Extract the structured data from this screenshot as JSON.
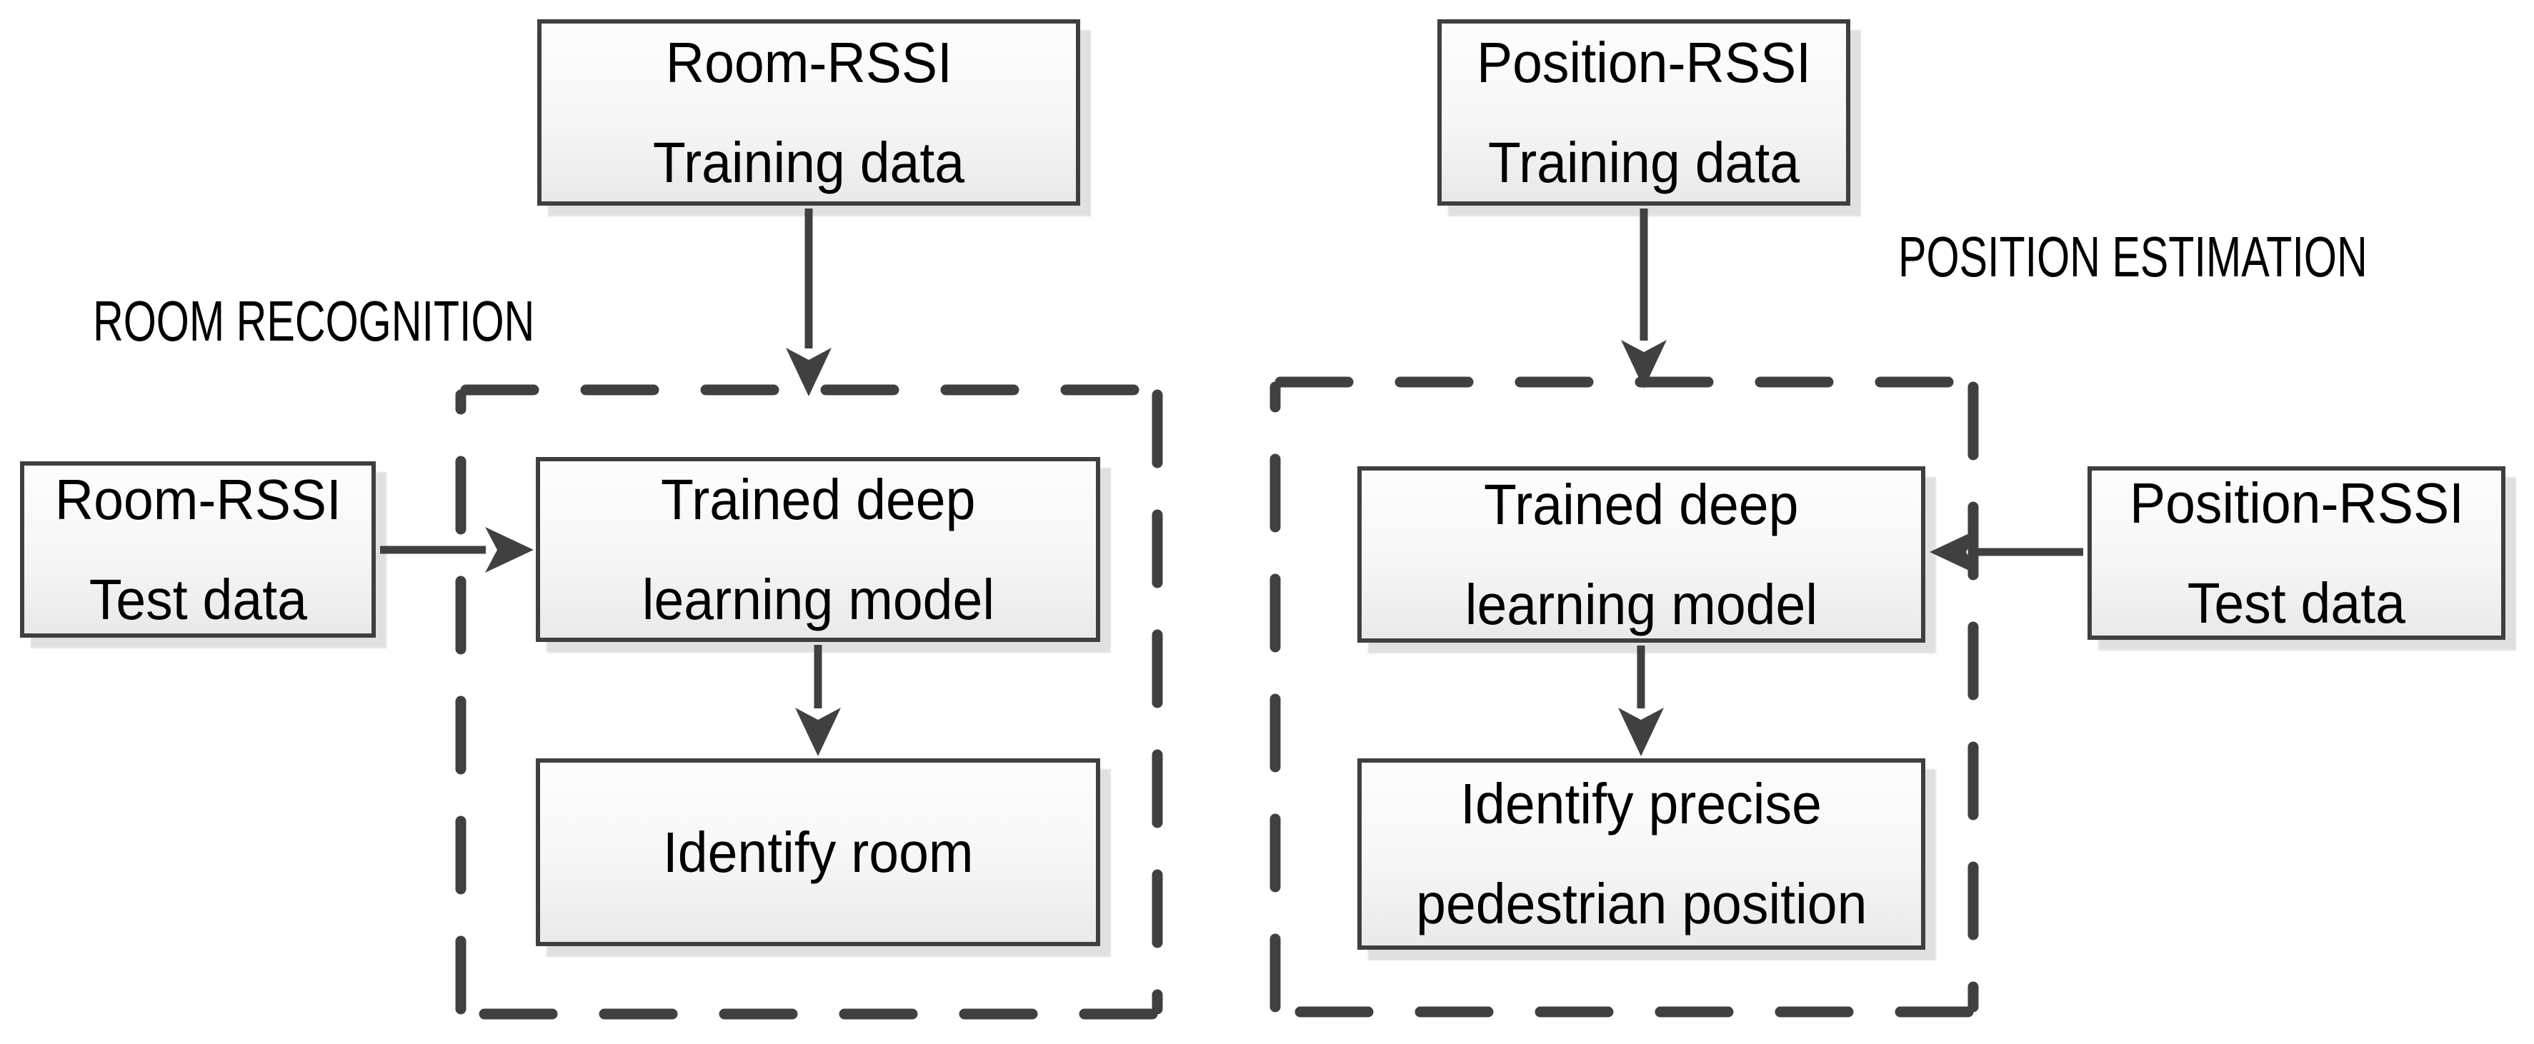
{
  "labels": {
    "room_section": "ROOM RECOGNITION",
    "position_section": "POSITION ESTIMATION"
  },
  "boxes": {
    "room_training": {
      "line1": "Room-RSSI",
      "line2": "Training data"
    },
    "room_test": {
      "line1": "Room-RSSI",
      "line2": "Test data"
    },
    "room_trained_model": {
      "line1": "Trained deep",
      "line2": "learning model"
    },
    "identify_room": {
      "line1": "Identify room"
    },
    "position_training": {
      "line1": "Position-RSSI",
      "line2": "Training data"
    },
    "position_test": {
      "line1": "Position-RSSI",
      "line2": "Test data"
    },
    "position_trained_model": {
      "line1": "Trained deep",
      "line2": "learning model"
    },
    "identify_position": {
      "line1": "Identify precise",
      "line2": "pedestrian position"
    }
  },
  "colors": {
    "background": "#ffffff",
    "stroke": "#404040",
    "box_border": "#3f3f3f",
    "box_fill_top": "#fdfdfd",
    "box_fill_bottom": "#e9e9e9",
    "text": "#000000"
  }
}
